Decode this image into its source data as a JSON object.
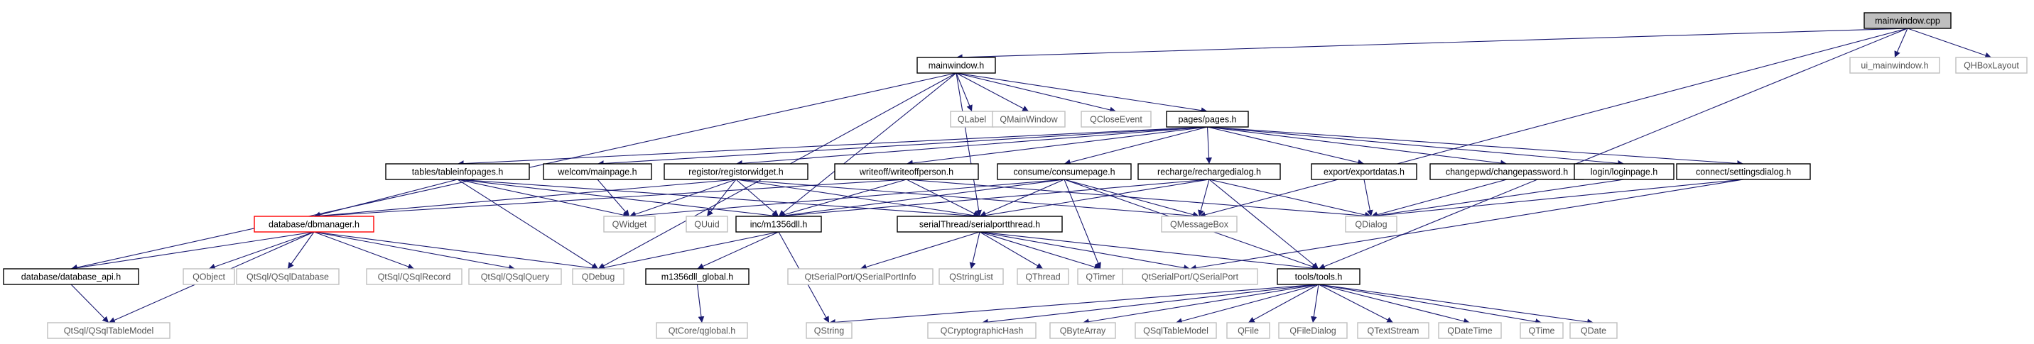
{
  "graph": {
    "nodes": [
      {
        "id": "mainwindow_cpp",
        "label": "mainwindow.cpp",
        "style": "root"
      },
      {
        "id": "mainwindow_h",
        "label": "mainwindow.h",
        "style": "local"
      },
      {
        "id": "ui_mainwindow_h",
        "label": "ui_mainwindow.h",
        "style": "external"
      },
      {
        "id": "QHBoxLayout",
        "label": "QHBoxLayout",
        "style": "external"
      },
      {
        "id": "QLabel",
        "label": "QLabel",
        "style": "external"
      },
      {
        "id": "QMainWindow",
        "label": "QMainWindow",
        "style": "external"
      },
      {
        "id": "QCloseEvent",
        "label": "QCloseEvent",
        "style": "external"
      },
      {
        "id": "pages_h",
        "label": "pages/pages.h",
        "style": "local"
      },
      {
        "id": "tableinfopages_h",
        "label": "tables/tableinfopages.h",
        "style": "local"
      },
      {
        "id": "mainpage_h",
        "label": "welcom/mainpage.h",
        "style": "local"
      },
      {
        "id": "registorwidget_h",
        "label": "registor/registorwidget.h",
        "style": "local"
      },
      {
        "id": "writeoffperson_h",
        "label": "writeoff/writeoffperson.h",
        "style": "local"
      },
      {
        "id": "consumepage_h",
        "label": "consume/consumepage.h",
        "style": "local"
      },
      {
        "id": "rechargedialog_h",
        "label": "recharge/rechargedialog.h",
        "style": "local"
      },
      {
        "id": "exportdatas_h",
        "label": "export/exportdatas.h",
        "style": "local"
      },
      {
        "id": "changepassword_h",
        "label": "changepwd/changepassword.h",
        "style": "local"
      },
      {
        "id": "loginpage_h",
        "label": "login/loginpage.h",
        "style": "local"
      },
      {
        "id": "settingsdialog_h",
        "label": "connect/settingsdialog.h",
        "style": "local"
      },
      {
        "id": "dbmanager_h",
        "label": "database/dbmanager.h",
        "style": "warning"
      },
      {
        "id": "QWidget",
        "label": "QWidget",
        "style": "external"
      },
      {
        "id": "QUuid",
        "label": "QUuid",
        "style": "external"
      },
      {
        "id": "m1356dll_h",
        "label": "inc/m1356dll.h",
        "style": "local"
      },
      {
        "id": "serialportthread_h",
        "label": "serialThread/serialportthread.h",
        "style": "local"
      },
      {
        "id": "QMessageBox",
        "label": "QMessageBox",
        "style": "external"
      },
      {
        "id": "QDialog",
        "label": "QDialog",
        "style": "external"
      },
      {
        "id": "database_api_h",
        "label": "database/database_api.h",
        "style": "local"
      },
      {
        "id": "QObject",
        "label": "QObject",
        "style": "external"
      },
      {
        "id": "QSqlDatabase",
        "label": "QtSql/QSqlDatabase",
        "style": "external"
      },
      {
        "id": "QSqlRecord",
        "label": "QtSql/QSqlRecord",
        "style": "external"
      },
      {
        "id": "QSqlQuery",
        "label": "QtSql/QSqlQuery",
        "style": "external"
      },
      {
        "id": "QDebug",
        "label": "QDebug",
        "style": "external"
      },
      {
        "id": "m1356dll_global_h",
        "label": "m1356dll_global.h",
        "style": "local"
      },
      {
        "id": "QSerialPortInfo",
        "label": "QtSerialPort/QSerialPortInfo",
        "style": "external"
      },
      {
        "id": "QStringList",
        "label": "QStringList",
        "style": "external"
      },
      {
        "id": "QThread",
        "label": "QThread",
        "style": "external"
      },
      {
        "id": "QTimer",
        "label": "QTimer",
        "style": "external"
      },
      {
        "id": "QSerialPort",
        "label": "QtSerialPort/QSerialPort",
        "style": "external"
      },
      {
        "id": "tools_h",
        "label": "tools/tools.h",
        "style": "local"
      },
      {
        "id": "QSqlTableModel_qt",
        "label": "QtSql/QSqlTableModel",
        "style": "external"
      },
      {
        "id": "qglobal_h",
        "label": "QtCore/qglobal.h",
        "style": "external"
      },
      {
        "id": "QString",
        "label": "QString",
        "style": "external"
      },
      {
        "id": "QCryptographicHash",
        "label": "QCryptographicHash",
        "style": "external"
      },
      {
        "id": "QByteArray",
        "label": "QByteArray",
        "style": "external"
      },
      {
        "id": "QSqlTableModel",
        "label": "QSqlTableModel",
        "style": "external"
      },
      {
        "id": "QFile",
        "label": "QFile",
        "style": "external"
      },
      {
        "id": "QFileDialog",
        "label": "QFileDialog",
        "style": "external"
      },
      {
        "id": "QTextStream",
        "label": "QTextStream",
        "style": "external"
      },
      {
        "id": "QDateTime",
        "label": "QDateTime",
        "style": "external"
      },
      {
        "id": "QTime",
        "label": "QTime",
        "style": "external"
      },
      {
        "id": "QDate",
        "label": "QDate",
        "style": "external"
      }
    ],
    "edges": [
      [
        "mainwindow_cpp",
        "mainwindow_h"
      ],
      [
        "mainwindow_cpp",
        "ui_mainwindow_h"
      ],
      [
        "mainwindow_cpp",
        "QHBoxLayout"
      ],
      [
        "mainwindow_cpp",
        "QMessageBox"
      ],
      [
        "mainwindow_cpp",
        "tools_h"
      ],
      [
        "mainwindow_h",
        "QLabel"
      ],
      [
        "mainwindow_h",
        "QMainWindow"
      ],
      [
        "mainwindow_h",
        "QCloseEvent"
      ],
      [
        "mainwindow_h",
        "pages_h"
      ],
      [
        "mainwindow_h",
        "database_api_h"
      ],
      [
        "mainwindow_h",
        "QDebug"
      ],
      [
        "mainwindow_h",
        "m1356dll_h"
      ],
      [
        "mainwindow_h",
        "serialportthread_h"
      ],
      [
        "pages_h",
        "tableinfopages_h"
      ],
      [
        "pages_h",
        "mainpage_h"
      ],
      [
        "pages_h",
        "registorwidget_h"
      ],
      [
        "pages_h",
        "writeoffperson_h"
      ],
      [
        "pages_h",
        "consumepage_h"
      ],
      [
        "pages_h",
        "rechargedialog_h"
      ],
      [
        "pages_h",
        "exportdatas_h"
      ],
      [
        "pages_h",
        "changepassword_h"
      ],
      [
        "pages_h",
        "loginpage_h"
      ],
      [
        "pages_h",
        "settingsdialog_h"
      ],
      [
        "tableinfopages_h",
        "dbmanager_h"
      ],
      [
        "tableinfopages_h",
        "QWidget"
      ],
      [
        "tableinfopages_h",
        "QDebug"
      ],
      [
        "tableinfopages_h",
        "m1356dll_h"
      ],
      [
        "tableinfopages_h",
        "serialportthread_h"
      ],
      [
        "mainpage_h",
        "QWidget"
      ],
      [
        "registorwidget_h",
        "dbmanager_h"
      ],
      [
        "registorwidget_h",
        "QWidget"
      ],
      [
        "registorwidget_h",
        "QUuid"
      ],
      [
        "registorwidget_h",
        "m1356dll_h"
      ],
      [
        "registorwidget_h",
        "serialportthread_h"
      ],
      [
        "registorwidget_h",
        "QMessageBox"
      ],
      [
        "writeoffperson_h",
        "dbmanager_h"
      ],
      [
        "writeoffperson_h",
        "m1356dll_h"
      ],
      [
        "writeoffperson_h",
        "serialportthread_h"
      ],
      [
        "writeoffperson_h",
        "QDialog"
      ],
      [
        "consumepage_h",
        "QWidget"
      ],
      [
        "consumepage_h",
        "m1356dll_h"
      ],
      [
        "consumepage_h",
        "serialportthread_h"
      ],
      [
        "consumepage_h",
        "QMessageBox"
      ],
      [
        "consumepage_h",
        "QTimer"
      ],
      [
        "consumepage_h",
        "tools_h"
      ],
      [
        "rechargedialog_h",
        "m1356dll_h"
      ],
      [
        "rechargedialog_h",
        "serialportthread_h"
      ],
      [
        "rechargedialog_h",
        "QMessageBox"
      ],
      [
        "rechargedialog_h",
        "QDialog"
      ],
      [
        "rechargedialog_h",
        "tools_h"
      ],
      [
        "exportdatas_h",
        "QDialog"
      ],
      [
        "changepassword_h",
        "QDialog"
      ],
      [
        "loginpage_h",
        "QDialog"
      ],
      [
        "settingsdialog_h",
        "QDialog"
      ],
      [
        "settingsdialog_h",
        "QSerialPort"
      ],
      [
        "dbmanager_h",
        "database_api_h"
      ],
      [
        "dbmanager_h",
        "QObject"
      ],
      [
        "dbmanager_h",
        "QSqlDatabase"
      ],
      [
        "dbmanager_h",
        "QSqlRecord"
      ],
      [
        "dbmanager_h",
        "QSqlQuery"
      ],
      [
        "dbmanager_h",
        "QDebug"
      ],
      [
        "dbmanager_h",
        "QSqlTableModel_qt"
      ],
      [
        "database_api_h",
        "QSqlTableModel_qt"
      ],
      [
        "m1356dll_h",
        "QDebug"
      ],
      [
        "m1356dll_h",
        "m1356dll_global_h"
      ],
      [
        "m1356dll_h",
        "QString"
      ],
      [
        "m1356dll_global_h",
        "qglobal_h"
      ],
      [
        "serialportthread_h",
        "QSerialPortInfo"
      ],
      [
        "serialportthread_h",
        "QStringList"
      ],
      [
        "serialportthread_h",
        "QThread"
      ],
      [
        "serialportthread_h",
        "QTimer"
      ],
      [
        "serialportthread_h",
        "QSerialPort"
      ],
      [
        "serialportthread_h",
        "tools_h"
      ],
      [
        "tools_h",
        "QString"
      ],
      [
        "tools_h",
        "QCryptographicHash"
      ],
      [
        "tools_h",
        "QByteArray"
      ],
      [
        "tools_h",
        "QSqlTableModel"
      ],
      [
        "tools_h",
        "QFile"
      ],
      [
        "tools_h",
        "QFileDialog"
      ],
      [
        "tools_h",
        "QTextStream"
      ],
      [
        "tools_h",
        "QDateTime"
      ],
      [
        "tools_h",
        "QTime"
      ],
      [
        "tools_h",
        "QDate"
      ]
    ]
  },
  "colors": {
    "root_fill": "#bfbfbf",
    "edge": "#191970",
    "local_border": "#000000",
    "external_border": "#bfbfbf",
    "warning_border": "#ff0000",
    "external_text": "#555555",
    "text": "#000000"
  }
}
